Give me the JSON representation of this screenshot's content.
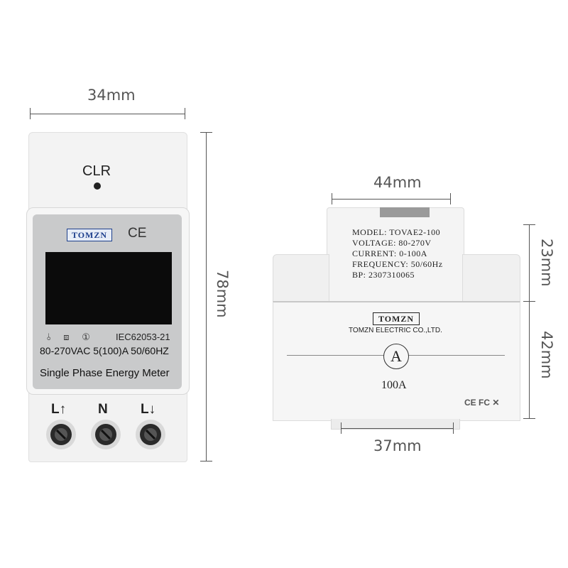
{
  "dimensions": {
    "front_width": "34mm",
    "front_height": "78mm",
    "side_width": "44mm",
    "side_top_height": "23mm",
    "side_bottom_height": "42mm",
    "side_base_width": "37mm"
  },
  "front": {
    "clr_label": "CLR",
    "brand": "TOMZN",
    "ce_mark": "CE",
    "standard": "IEC62053-21",
    "ratings": "80-270VAC 5(100)A 50/60HZ",
    "product_name": "Single Phase Energy Meter",
    "terminal_labels": [
      "L↑",
      "N",
      "L↓"
    ]
  },
  "side": {
    "nameplate": [
      "MODEL: TOVAE2-100",
      "VOLTAGE: 80-270V",
      "CURRENT: 0-100A",
      "FREQUENCY: 50/60Hz",
      "BP: 2307310065"
    ],
    "brand": "TOMZN",
    "company": "TOMZN ELECTRIC CO.,LTD.",
    "current_symbol": "A",
    "current_rating": "100A",
    "cert_marks": "CE FC ✕"
  },
  "colors": {
    "housing": "#f2f2f2",
    "panel": "#c9cacb",
    "display": "#0b0b0b",
    "dim": "#555555"
  }
}
